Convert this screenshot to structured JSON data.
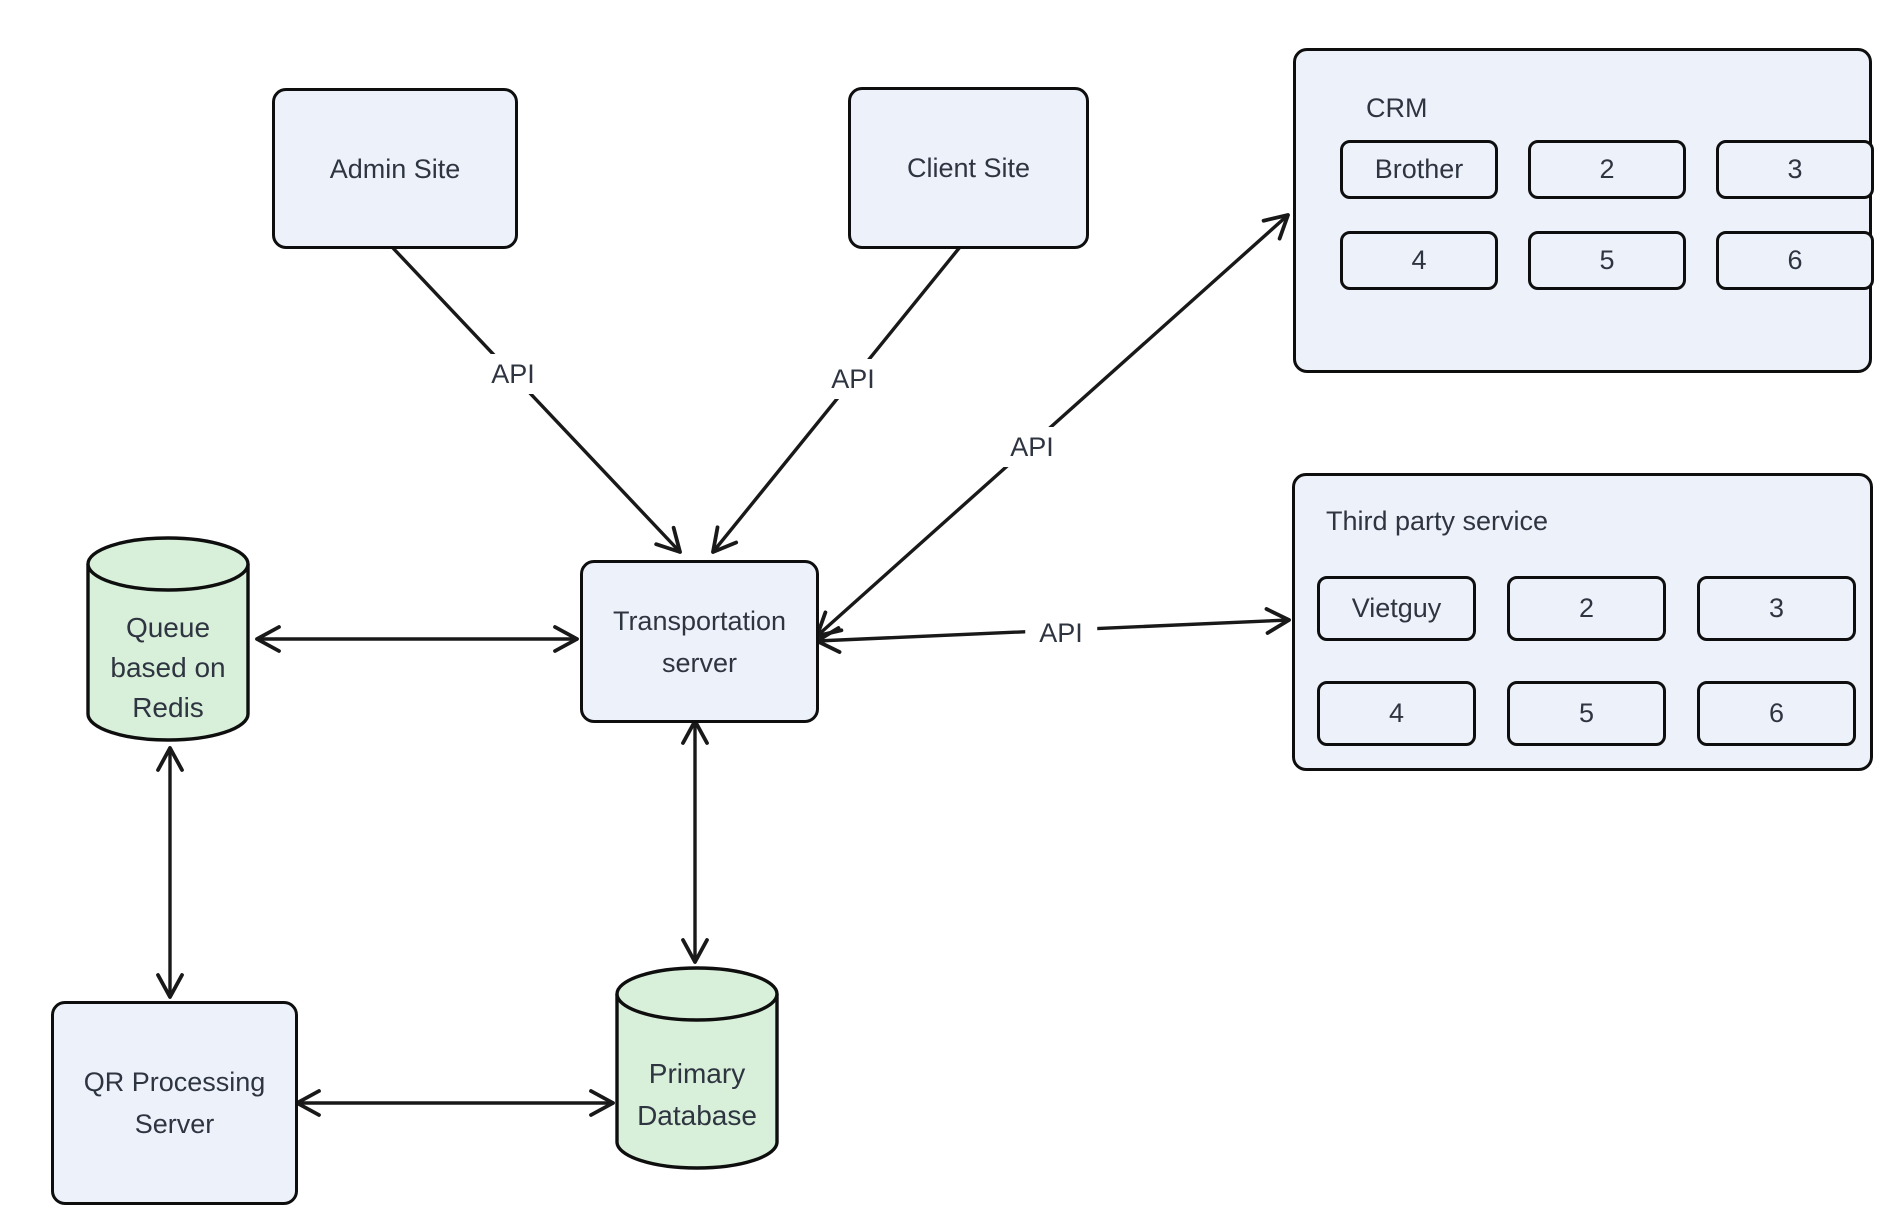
{
  "diagram": {
    "background": "#FFFFFF",
    "colors": {
      "node_fill": "#ECF1FA",
      "cylinder_fill": "#D8F0DA",
      "border": "#0E0E0E",
      "edge_line": "#191919",
      "text": "#2F3540"
    },
    "nodes": {
      "admin": {
        "label": "Admin Site"
      },
      "client": {
        "label": "Client Site"
      },
      "transport": {
        "label": "Transportation server"
      },
      "queue": {
        "label": "Queue based on Redis"
      },
      "qr": {
        "label": "QR Processing Server"
      },
      "db": {
        "label": "Primary Database"
      }
    },
    "groups": {
      "crm": {
        "title": "CRM",
        "items": [
          "Brother",
          "2",
          "3",
          "4",
          "5",
          "6"
        ]
      },
      "third_party": {
        "title": "Third party service",
        "items": [
          "Vietguy",
          "2",
          "3",
          "4",
          "5",
          "6"
        ]
      }
    },
    "edge_labels": {
      "admin_api": "API",
      "client_api": "API",
      "crm_api": "API",
      "third_api": "API"
    }
  }
}
